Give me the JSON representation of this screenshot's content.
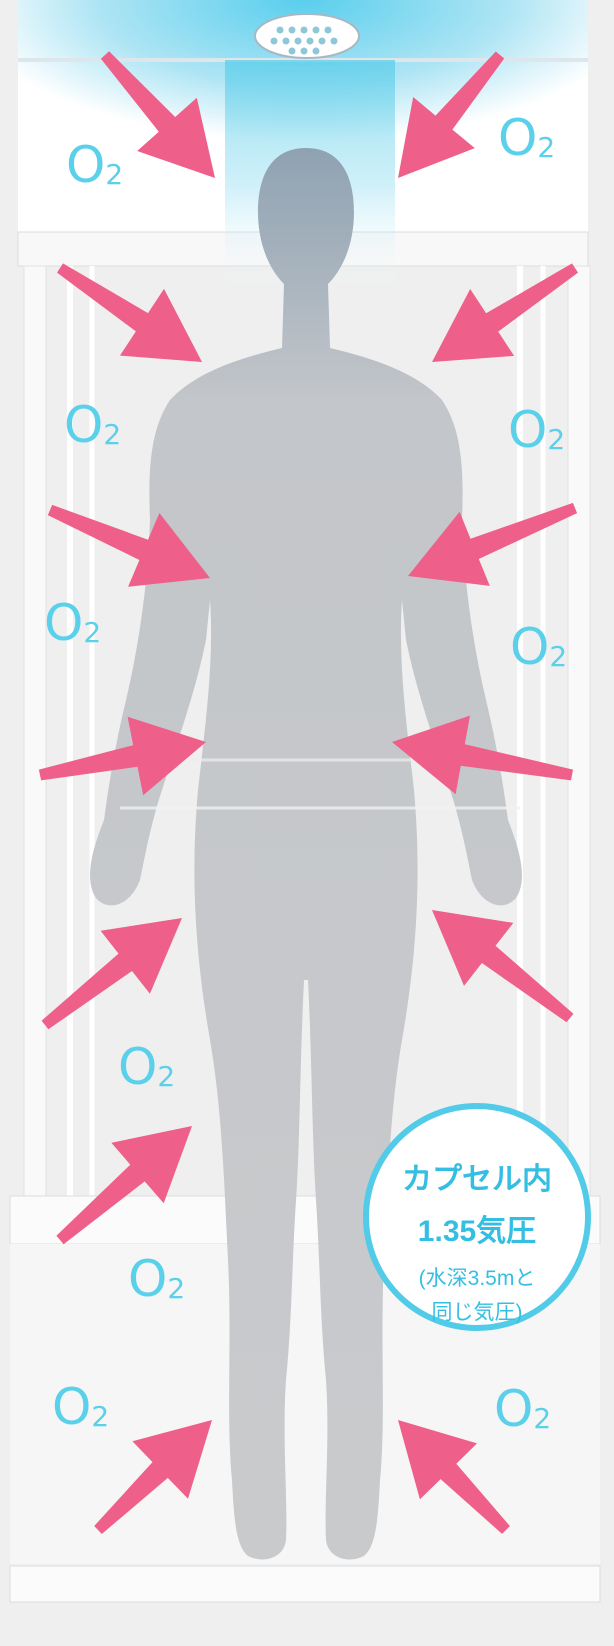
{
  "o2_label": {
    "main": "O",
    "sub": "2"
  },
  "badge": {
    "line1": "カプセル内",
    "line2": "1.35気圧",
    "line3": "(水深3.5mと",
    "line4": "同じ気圧)"
  },
  "colors": {
    "arrow": "#ee5f8a",
    "body": "#c9cacc",
    "oxygen": "#52cbe8",
    "capsule": "#ffffff",
    "background": "#efefef"
  }
}
